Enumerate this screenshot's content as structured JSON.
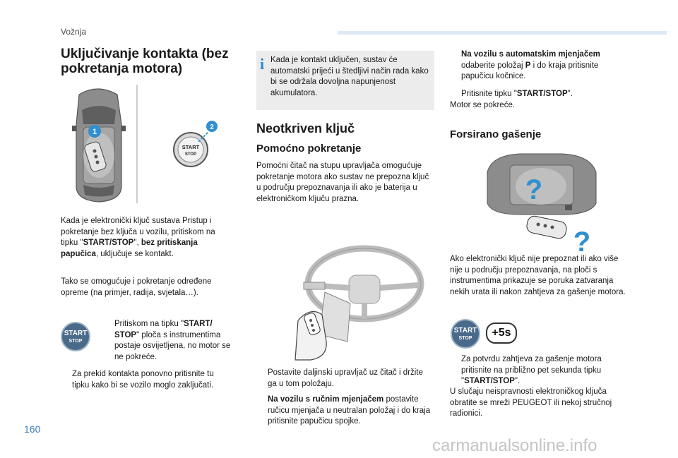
{
  "header": {
    "section": "Vožnja",
    "page_number": "160"
  },
  "watermark": "carmanualsonline.info",
  "col1": {
    "title": "Uključivanje kontakta (bez pokretanja motora)",
    "para1_a": "Kada je elektronički ključ sustava Pristup i pokretanje bez ključa u vozilu, pritiskom na tipku \"",
    "para1_b": "START/STOP",
    "para1_c": "\", ",
    "para1_d": "bez pritiskanja papučica",
    "para1_e": ", uključuje se kontakt.",
    "para2": "Tako se omogućuje i pokretanje određene opreme (na primjer, radija, svjetala…).",
    "bullet1_a": "Pritiskom na tipku \"",
    "bullet1_b": "START/ STOP",
    "bullet1_c": "\" ploča s instrumentima postaje osvijetljena, no motor se ne pokreće.",
    "bullet2": "Za prekid kontakta ponovno pritisnite tu tipku kako bi se vozilo moglo zaključati.",
    "badge_top": "START",
    "badge_bottom": "STOP",
    "marker1": "1",
    "marker2": "2",
    "button_top": "START",
    "button_bottom": "STOP"
  },
  "col2": {
    "info": "Kada je kontakt uključen, sustav će automatski prijeći u štedljivi način rada kako bi se održala dovoljna napunjenost akumulatora.",
    "h2": "Neotkriven ključ",
    "h3": "Pomoćno pokretanje",
    "para": "Pomoćni čitač na stupu upravljača omogućuje pokretanje motora ako sustav ne prepozna ključ u području prepoznavanja ili ako je baterija u elektroničkom ključu prazna.",
    "bullet1": "Postavite daljinski upravljač uz čitač i držite ga u tom položaju.",
    "bullet2_a": "Na vozilu s ručnim mjenjačem",
    "bullet2_b": " postavite ručicu mjenjača u neutralan položaj i do kraja pritisnite papučicu spojke."
  },
  "col3": {
    "bullet1_a": "Na vozilu s automatskim mjenjačem",
    "bullet1_b": " odaberite položaj ",
    "bullet1_c": "P",
    "bullet1_d": " i do kraja pritisnite papučicu kočnice.",
    "bullet2_a": "Pritisnite tipku \"",
    "bullet2_b": "START/STOP",
    "bullet2_c": "\".",
    "line_motor": "Motor se pokreće.",
    "h3": "Forsirano gašenje",
    "para": "Ako elektronički ključ nije prepoznat ili ako više nije u području prepoznavanja, na ploči s instrumentima prikazuje se poruka zatvaranja nekih vrata ili nakon zahtjeva za gašenje motora.",
    "badge_top": "START",
    "badge_bottom": "STOP",
    "plus5": "+5s",
    "bullet3_a": "Za potvrdu zahtjeva za gašenje motora pritisnite na približno pet sekunda tipku \"",
    "bullet3_b": "START/STOP",
    "bullet3_c": "\".",
    "para_end": "U slučaju neispravnosti elektroničkog ključa obratite se mreži PEUGEOT ili nekoj stručnoj radionici.",
    "qmark": "?"
  },
  "bullet_mark": "",
  "colors": {
    "accent_blue": "#3a7bbf",
    "info_blue": "#2d8ad2",
    "info_bg": "#ececec",
    "badge": "#4a6a8a",
    "marker": "#2f8fd0"
  }
}
